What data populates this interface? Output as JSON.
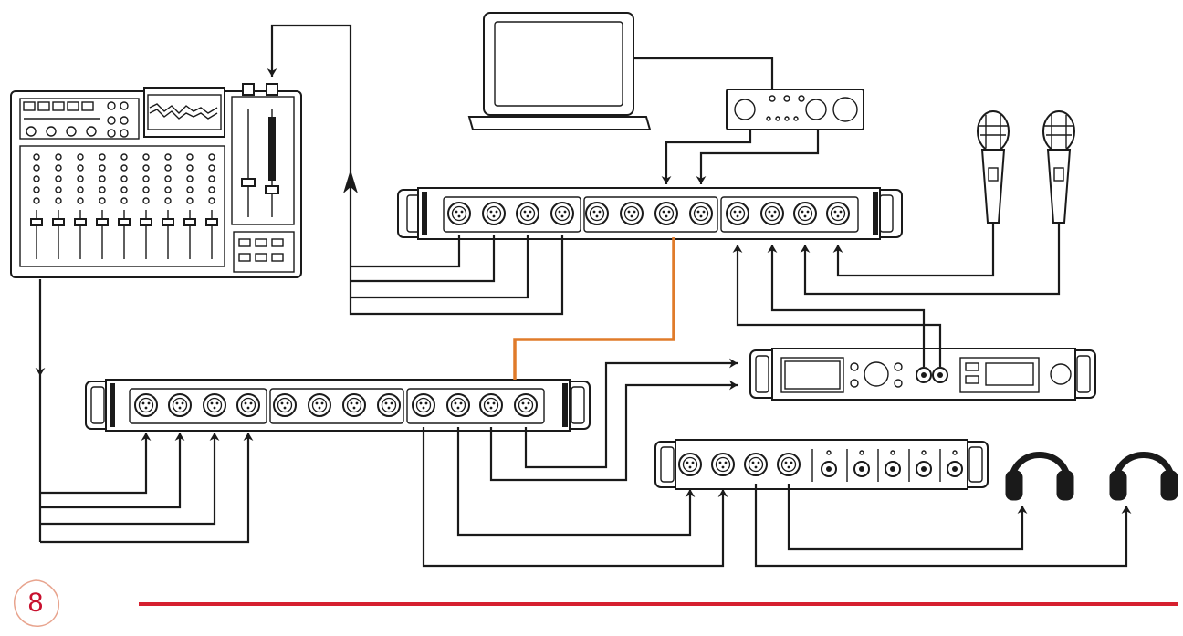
{
  "footer": {
    "page_number": "8",
    "accent_color": "#d6202f"
  },
  "cable_colors": {
    "standard": "#1a1a1a",
    "link": "#e07b2a"
  },
  "devices": {
    "mixer": "mixing-console",
    "laptop": "laptop",
    "interface": "audio-interface",
    "patchbay_top": "xlr-patchbay",
    "patchbay_bottom": "xlr-patchbay",
    "processor": "rack-processor",
    "headphone_amp": "headphone-amplifier",
    "microphones": [
      "dynamic-microphone",
      "dynamic-microphone"
    ],
    "headphones": [
      "headphones",
      "headphones"
    ]
  }
}
